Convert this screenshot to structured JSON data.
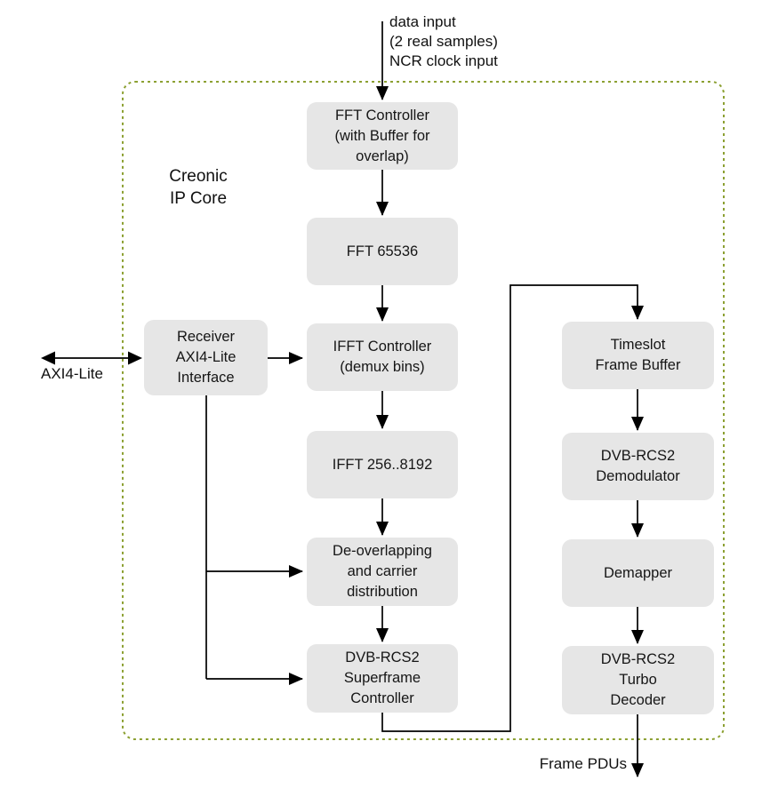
{
  "diagram_title": "Creonic\nIP Core",
  "colors": {
    "node_fill": "#e6e6e6",
    "node_text": "#161616",
    "wire": "#000000",
    "core_border": "#8ca032",
    "background": "#ffffff"
  },
  "external_labels": {
    "top_input": "data input\n(2 real samples)\nNCR clock input",
    "axi_bus": "AXI4-Lite",
    "output": "Frame PDUs"
  },
  "nodes": {
    "fft_controller": "FFT Controller\n(with Buffer for\noverlap)",
    "fft": "FFT 65536",
    "ifft_controller": "IFFT Controller\n(demux bins)",
    "ifft": "IFFT 256..8192",
    "deoverlap": "De-overlapping\nand carrier\ndistribution",
    "superframe": "DVB-RCS2\nSuperframe\nController",
    "receiver_axi": "Receiver\nAXI4-Lite\nInterface",
    "timeslot": "Timeslot\nFrame Buffer",
    "demodulator": "DVB-RCS2\nDemodulator",
    "demapper": "Demapper",
    "turbo_decoder": "DVB-RCS2\nTurbo\nDecoder"
  },
  "edges": [
    {
      "from": "external-data-input",
      "to": "fft_controller"
    },
    {
      "from": "fft_controller",
      "to": "fft"
    },
    {
      "from": "fft",
      "to": "ifft_controller"
    },
    {
      "from": "ifft_controller",
      "to": "ifft"
    },
    {
      "from": "ifft",
      "to": "deoverlap"
    },
    {
      "from": "deoverlap",
      "to": "superframe"
    },
    {
      "from": "superframe",
      "to": "timeslot"
    },
    {
      "from": "timeslot",
      "to": "demodulator"
    },
    {
      "from": "demodulator",
      "to": "demapper"
    },
    {
      "from": "demapper",
      "to": "turbo_decoder"
    },
    {
      "from": "turbo_decoder",
      "to": "external-frame-pdus"
    },
    {
      "from": "external-axi4-lite",
      "to": "receiver_axi",
      "bidirectional": true
    },
    {
      "from": "receiver_axi",
      "to": "ifft_controller"
    },
    {
      "from": "receiver_axi",
      "to": "deoverlap"
    },
    {
      "from": "receiver_axi",
      "to": "superframe"
    }
  ]
}
